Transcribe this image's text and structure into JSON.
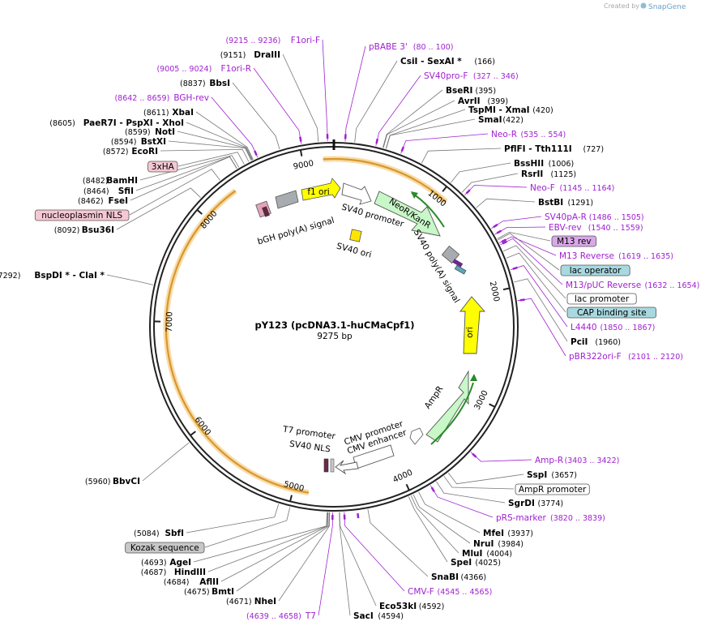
{
  "credit": {
    "prefix": "Created by",
    "brand": "SnapGene"
  },
  "plasmid": {
    "name": "pY123 (pcDNA3.1-huCMaCpf1)",
    "size": "9275 bp"
  },
  "colors": {
    "primer": "#a020d0",
    "backbone": "#222222",
    "f1_ori": "#ffff00",
    "sv40_ori": "#ffe600",
    "ori": "#ffff00",
    "neor": "#c8f7c8",
    "ampr": "#c8f7c8",
    "orf": "#f2c46e",
    "lac_operator": "#a8d8e0",
    "cap_site": "#a8d8e0",
    "m13_rev": "#d8a8e8",
    "nls_box": "#f5c8d4",
    "kozak_box": "#c8c8c8"
  },
  "ticks": [
    "1000",
    "2000",
    "3000",
    "4000",
    "5000",
    "6000",
    "7000",
    "8000",
    "9000"
  ],
  "features": {
    "f1_ori": "f1 ori",
    "bgh": "bGH poly(A) signal",
    "sv40_promoter": "SV40 promoter",
    "neor": "NeoR/KanR",
    "sv40_ori": "SV40 ori",
    "sv40_polya": "SV40 poly(A) signal",
    "ori": "ori",
    "ampr": "AmpR",
    "t7_promoter": "T7 promoter",
    "sv40_nls": "SV40 NLS",
    "cmv_promoter": "CMV promoter",
    "cmv_enhancer": "CMV enhancer"
  },
  "left_labels": [
    {
      "pos": "(9215 .. 9236)",
      "name": "F1ori-F",
      "kind": "primer"
    },
    {
      "pos": "(9151)",
      "name": "DraIII",
      "kind": "enzyme"
    },
    {
      "pos": "(9005 .. 9024)",
      "name": "F1ori-R",
      "kind": "primer"
    },
    {
      "pos": "(8837)",
      "name": "BbsI",
      "kind": "enzyme"
    },
    {
      "pos": "(8642 .. 8659)",
      "name": "BGH-rev",
      "kind": "primer"
    },
    {
      "pos": "(8611)",
      "name": "XbaI",
      "kind": "enzyme"
    },
    {
      "pos": "(8605)",
      "name": "PaeR7I - PspXI - XhoI",
      "kind": "enzyme"
    },
    {
      "pos": "(8599)",
      "name": "NotI",
      "kind": "enzyme"
    },
    {
      "pos": "(8594)",
      "name": "BstXI",
      "kind": "enzyme"
    },
    {
      "pos": "(8572)",
      "name": "EcoRI",
      "kind": "enzyme"
    },
    {
      "pos": "",
      "name": "3xHA",
      "kind": "box_pink"
    },
    {
      "pos": "(8482)",
      "name": "BamHI",
      "kind": "enzyme"
    },
    {
      "pos": "(8464)",
      "name": "SfiI",
      "kind": "enzyme"
    },
    {
      "pos": "(8462)",
      "name": "FseI",
      "kind": "enzyme"
    },
    {
      "pos": "",
      "name": "nucleoplasmin NLS",
      "kind": "box_pink"
    },
    {
      "pos": "(8092)",
      "name": "Bsu36I",
      "kind": "enzyme"
    },
    {
      "pos": "(7292)",
      "name": "BspDI * - ClaI *",
      "kind": "enzyme"
    },
    {
      "pos": "(5960)",
      "name": "BbvCI",
      "kind": "enzyme"
    },
    {
      "pos": "(5084)",
      "name": "SbfI",
      "kind": "enzyme"
    },
    {
      "pos": "",
      "name": "Kozak sequence",
      "kind": "box_grey"
    },
    {
      "pos": "(4693)",
      "name": "AgeI",
      "kind": "enzyme"
    },
    {
      "pos": "(4687)",
      "name": "HindIII",
      "kind": "enzyme"
    },
    {
      "pos": "(4684)",
      "name": "AflII",
      "kind": "enzyme"
    },
    {
      "pos": "(4675)",
      "name": "BmtI",
      "kind": "enzyme"
    },
    {
      "pos": "(4671)",
      "name": "NheI",
      "kind": "enzyme"
    },
    {
      "pos": "(4639 .. 4658)",
      "name": "T7",
      "kind": "primer"
    }
  ],
  "right_labels": [
    {
      "name": "pBABE 3'",
      "pos": "(80 .. 100)",
      "kind": "primer"
    },
    {
      "name": "CsiI - SexAI *",
      "pos": "(166)",
      "kind": "enzyme"
    },
    {
      "name": "SV40pro-F",
      "pos": "(327 .. 346)",
      "kind": "primer"
    },
    {
      "name": "BseRI",
      "pos": "(395)",
      "kind": "enzyme"
    },
    {
      "name": "AvrII",
      "pos": "(399)",
      "kind": "enzyme"
    },
    {
      "name": "TspMI - XmaI",
      "pos": "(420)",
      "kind": "enzyme"
    },
    {
      "name": "SmaI",
      "pos": "(422)",
      "kind": "enzyme"
    },
    {
      "name": "Neo-R",
      "pos": "(535 .. 554)",
      "kind": "primer"
    },
    {
      "name": "PflFI - Tth111I",
      "pos": "(727)",
      "kind": "enzyme"
    },
    {
      "name": "BssHII",
      "pos": "(1006)",
      "kind": "enzyme"
    },
    {
      "name": "RsrII",
      "pos": "(1125)",
      "kind": "enzyme"
    },
    {
      "name": "Neo-F",
      "pos": "(1145 .. 1164)",
      "kind": "primer"
    },
    {
      "name": "BstBI",
      "pos": "(1291)",
      "kind": "enzyme"
    },
    {
      "name": "SV40pA-R",
      "pos": "(1486 .. 1505)",
      "kind": "primer"
    },
    {
      "name": "EBV-rev",
      "pos": "(1540 .. 1559)",
      "kind": "primer"
    },
    {
      "name": "M13 rev",
      "pos": "",
      "kind": "box_purple"
    },
    {
      "name": "M13 Reverse",
      "pos": "(1619 .. 1635)",
      "kind": "primer"
    },
    {
      "name": "lac operator",
      "pos": "",
      "kind": "box_blue"
    },
    {
      "name": "M13/pUC Reverse",
      "pos": "(1632 .. 1654)",
      "kind": "primer"
    },
    {
      "name": "lac promoter",
      "pos": "",
      "kind": "box_white"
    },
    {
      "name": "CAP binding site",
      "pos": "",
      "kind": "box_blue"
    },
    {
      "name": "L4440",
      "pos": "(1850 .. 1867)",
      "kind": "primer"
    },
    {
      "name": "PciI",
      "pos": "(1960)",
      "kind": "enzyme"
    },
    {
      "name": "pBR322ori-F",
      "pos": "(2101 .. 2120)",
      "kind": "primer"
    },
    {
      "name": "Amp-R",
      "pos": "(3403 .. 3422)",
      "kind": "primer"
    },
    {
      "name": "SspI",
      "pos": "(3657)",
      "kind": "enzyme"
    },
    {
      "name": "AmpR promoter",
      "pos": "",
      "kind": "box_white"
    },
    {
      "name": "SgrDI",
      "pos": "(3774)",
      "kind": "enzyme"
    },
    {
      "name": "pRS-marker",
      "pos": "(3820 .. 3839)",
      "kind": "primer"
    },
    {
      "name": "MfeI",
      "pos": "(3937)",
      "kind": "enzyme"
    },
    {
      "name": "NruI",
      "pos": "(3984)",
      "kind": "enzyme"
    },
    {
      "name": "MluI",
      "pos": "(4004)",
      "kind": "enzyme"
    },
    {
      "name": "SpeI",
      "pos": "(4025)",
      "kind": "enzyme"
    },
    {
      "name": "SnaBI",
      "pos": "(4366)",
      "kind": "enzyme"
    },
    {
      "name": "CMV-F",
      "pos": "(4545 .. 4565)",
      "kind": "primer"
    },
    {
      "name": "Eco53kI",
      "pos": "(4592)",
      "kind": "enzyme"
    },
    {
      "name": "SacI",
      "pos": "(4594)",
      "kind": "enzyme"
    }
  ]
}
